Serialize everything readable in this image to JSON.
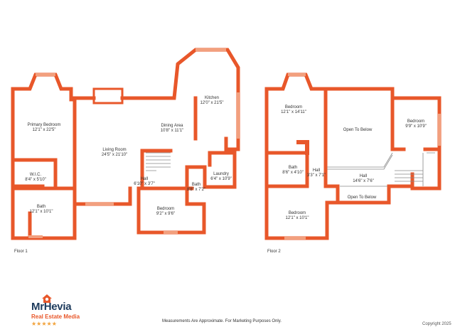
{
  "floors": [
    {
      "label": "Floor 1",
      "rooms": [
        {
          "id": "primary-bedroom",
          "name": "Primary Bedroom",
          "dim": "12'1\" x 22'5\""
        },
        {
          "id": "wic",
          "name": "W.I.C.",
          "dim": "8'4\" x 5'10\""
        },
        {
          "id": "bath-1",
          "name": "Bath",
          "dim": "12'1\" x 10'1\""
        },
        {
          "id": "living-room",
          "name": "Living Room",
          "dim": "24'5\" x 21'10\""
        },
        {
          "id": "kitchen",
          "name": "Kitchen",
          "dim": "12'0\" x 21'5\""
        },
        {
          "id": "dining-area",
          "name": "Dining Area",
          "dim": "10'8\" x 11'1\""
        },
        {
          "id": "hall-1",
          "name": "Hall",
          "dim": "6'10\" x 3'7\""
        },
        {
          "id": "laundry",
          "name": "Laundry",
          "dim": "6'4\" x 10'9\""
        },
        {
          "id": "bath-2",
          "name": "Bath",
          "dim": "8'8\" x 7'2\""
        },
        {
          "id": "bedroom-1",
          "name": "Bedroom",
          "dim": "9'2\" x 9'6\""
        }
      ]
    },
    {
      "label": "Floor 2",
      "rooms": [
        {
          "id": "bedroom-2",
          "name": "Bedroom",
          "dim": "12'1\" x 14'11\""
        },
        {
          "id": "open-below-1",
          "name": "Open To Below",
          "dim": ""
        },
        {
          "id": "bedroom-3",
          "name": "Bedroom",
          "dim": "9'9\" x 10'9\""
        },
        {
          "id": "bath-3",
          "name": "Bath",
          "dim": "8'6\" x 4'10\""
        },
        {
          "id": "hall-2",
          "name": "Hall",
          "dim": "3'3\" x 7'1\""
        },
        {
          "id": "hall-3",
          "name": "Hall",
          "dim": "14'6\" x 7'6\""
        },
        {
          "id": "open-below-2",
          "name": "Open To Below",
          "dim": ""
        },
        {
          "id": "bedroom-4",
          "name": "Bedroom",
          "dim": "12'1\" x 10'1\""
        }
      ]
    }
  ],
  "brand": {
    "name": "MrHevia",
    "tagline": "Real Estate Media",
    "stars": "★★★★★"
  },
  "footer_note": "Measurements Are Approximate. For Marketing Purposes Only.",
  "copyright": "Copyright 2025",
  "colors": {
    "wall": "#e8572a",
    "window": "#f2a07e",
    "text": "#333333"
  }
}
